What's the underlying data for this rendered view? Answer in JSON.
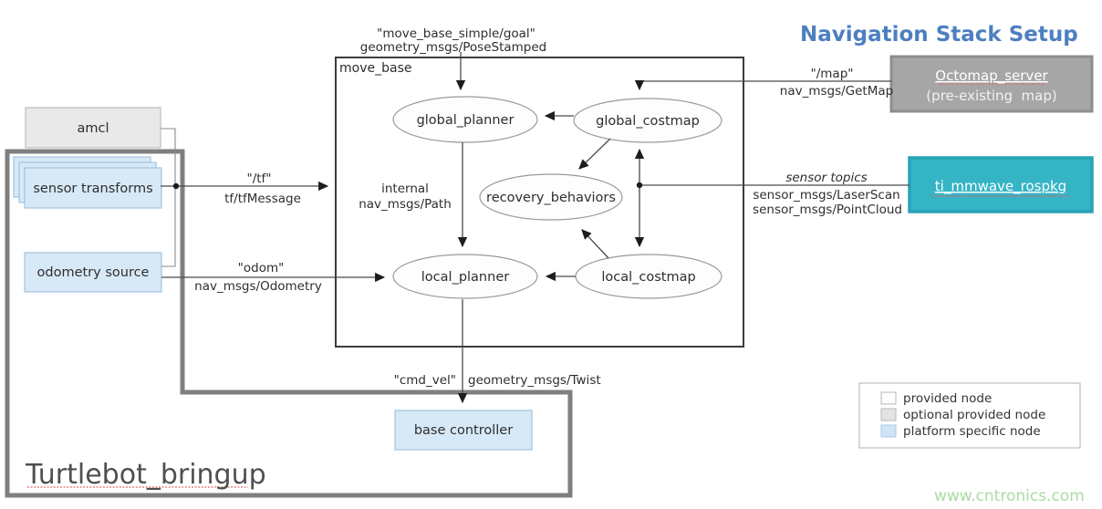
{
  "title": "Navigation Stack Setup",
  "watermark": "www.cntronics.com",
  "colors": {
    "title_blue": "#4d7fc0",
    "teal_node_fill": "#35b4c6",
    "teal_node_border": "#26a3b7",
    "gray_node_fill": "#a6a6a6",
    "gray_node_border": "#8e8e8e",
    "light_gray_node": "#e9e9e9",
    "light_blue_node": "#d7e9f7",
    "light_blue_border": "#9cc0dd",
    "frame_gray": "#7f7f7f",
    "watermark_green": "#a9dba3",
    "wire_gray": "#4a4a4a"
  },
  "frames": {
    "move_base": "move_base",
    "turtlebot": "Turtlebot_bringup"
  },
  "nodes": {
    "global_planner": "global_planner",
    "global_costmap": "global_costmap",
    "recovery_behaviors": "recovery_behaviors",
    "local_planner": "local_planner",
    "local_costmap": "local_costmap",
    "amcl": "amcl",
    "sensor_transforms": "sensor transforms",
    "odometry_source": "odometry source",
    "base_controller": "base controller",
    "octomap_line1": "Octomap_server",
    "octomap_line2": "(pre-existing  map)",
    "ti_mmwave": "ti_mmwave_rospkg"
  },
  "edges": {
    "goal_topic": "\"move_base_simple/goal\"",
    "goal_type": "geometry_msgs/PoseStamped",
    "map_topic": "\"/map\"",
    "map_type": "nav_msgs/GetMap",
    "tf_topic": "\"/tf\"",
    "tf_type": "tf/tfMessage",
    "odom_topic": "\"odom\"",
    "odom_type": "nav_msgs/Odometry",
    "internal_line1": "internal",
    "internal_line2": "nav_msgs/Path",
    "sensor_topics": "sensor topics",
    "sensor_type1": "sensor_msgs/LaserScan",
    "sensor_type2": "sensor_msgs/PointCloud",
    "cmd_vel_topic": "\"cmd_vel\"",
    "cmd_vel_type": "geometry_msgs/Twist"
  },
  "legend": {
    "items": [
      {
        "label": "provided node",
        "color": "#fdfdfd"
      },
      {
        "label": "optional provided node",
        "color": "#e3e3e3"
      },
      {
        "label": "platform specific node",
        "color": "#cfe4f6"
      }
    ]
  }
}
